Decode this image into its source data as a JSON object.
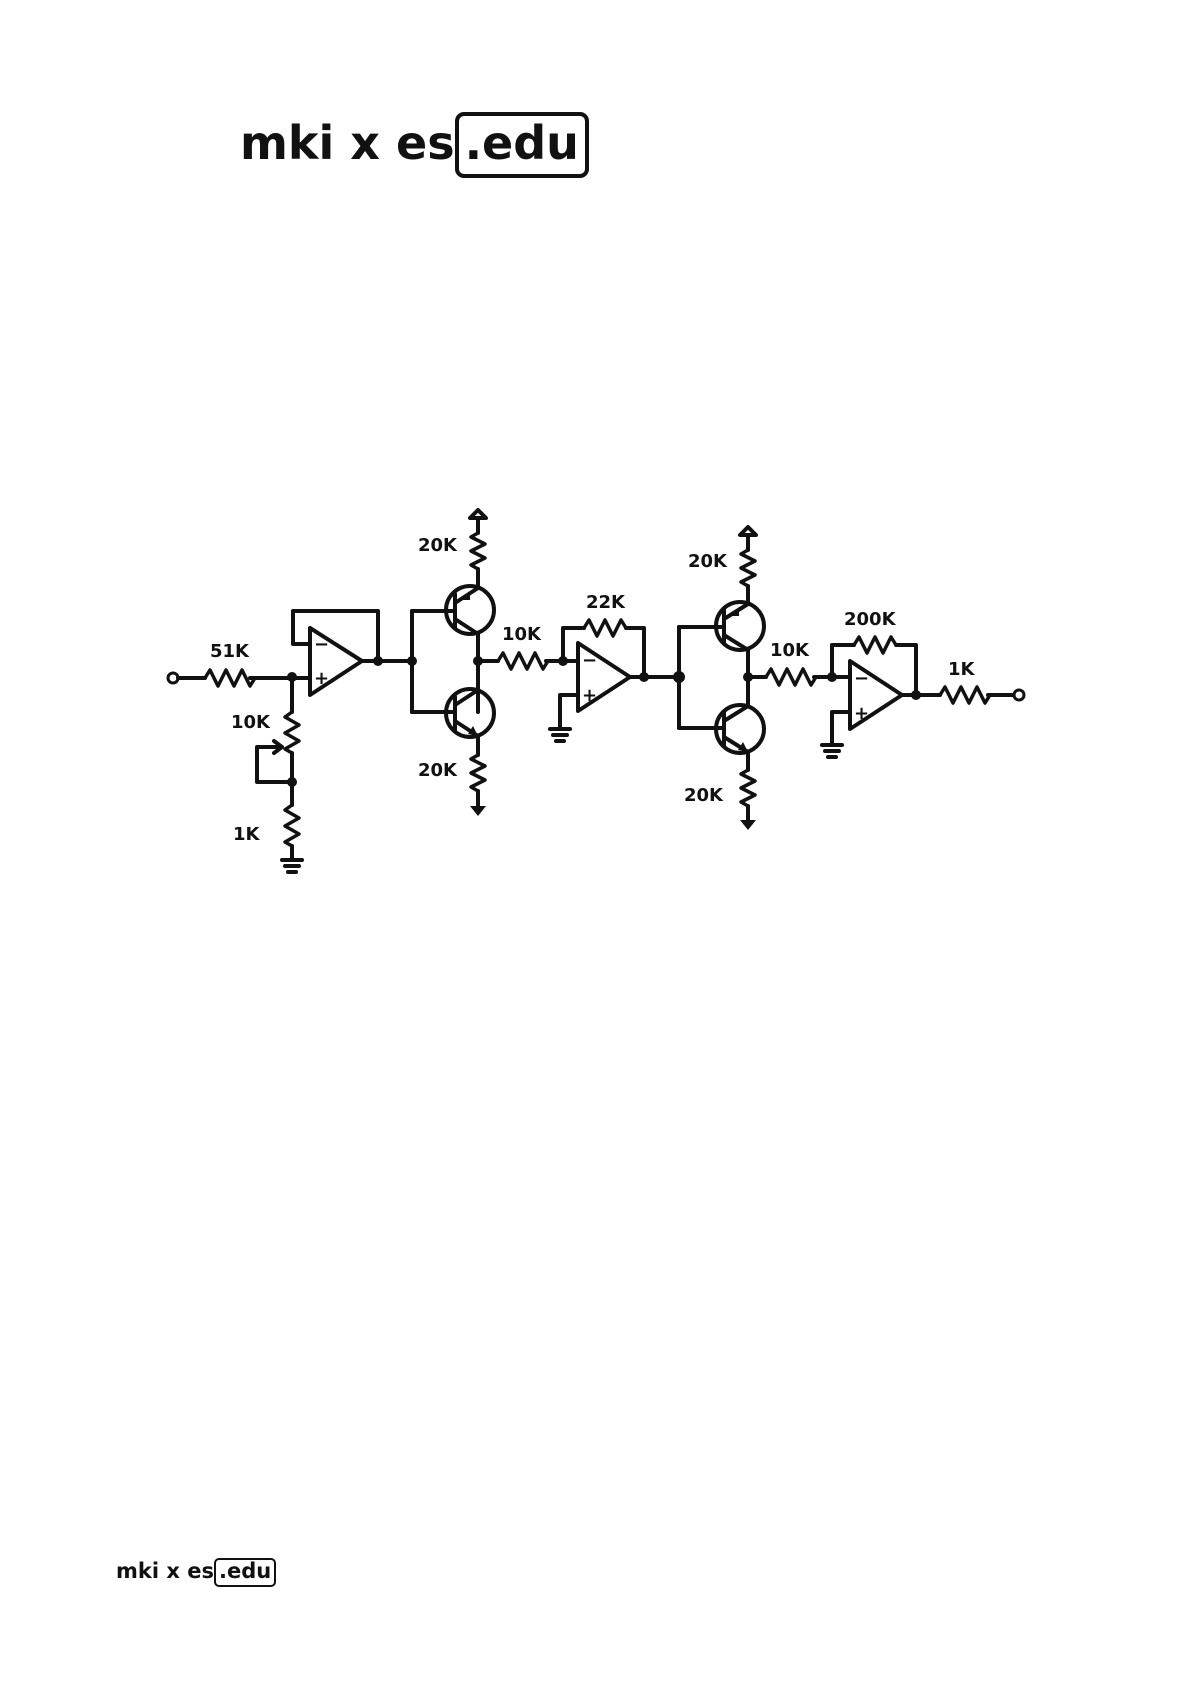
{
  "logo": {
    "left_text": "mki x es",
    "boxed_text": ".edu"
  },
  "footer_logo": {
    "left_text": "mki x es",
    "boxed_text": ".edu"
  },
  "schematic": {
    "components": {
      "r_input": "51K",
      "r_trim": "10K",
      "r_ground": "1K",
      "r_q1_top": "20K",
      "r_q1_bottom": "20K",
      "r_stage2_in": "10K",
      "r_stage2_fb": "22K",
      "r_q2_top": "20K",
      "r_q2_bottom": "20K",
      "r_stage3_in": "10K",
      "r_stage3_fb": "200K",
      "r_output": "1K"
    },
    "opamp_pins": {
      "inverting": "−",
      "non_inverting": "+"
    }
  }
}
